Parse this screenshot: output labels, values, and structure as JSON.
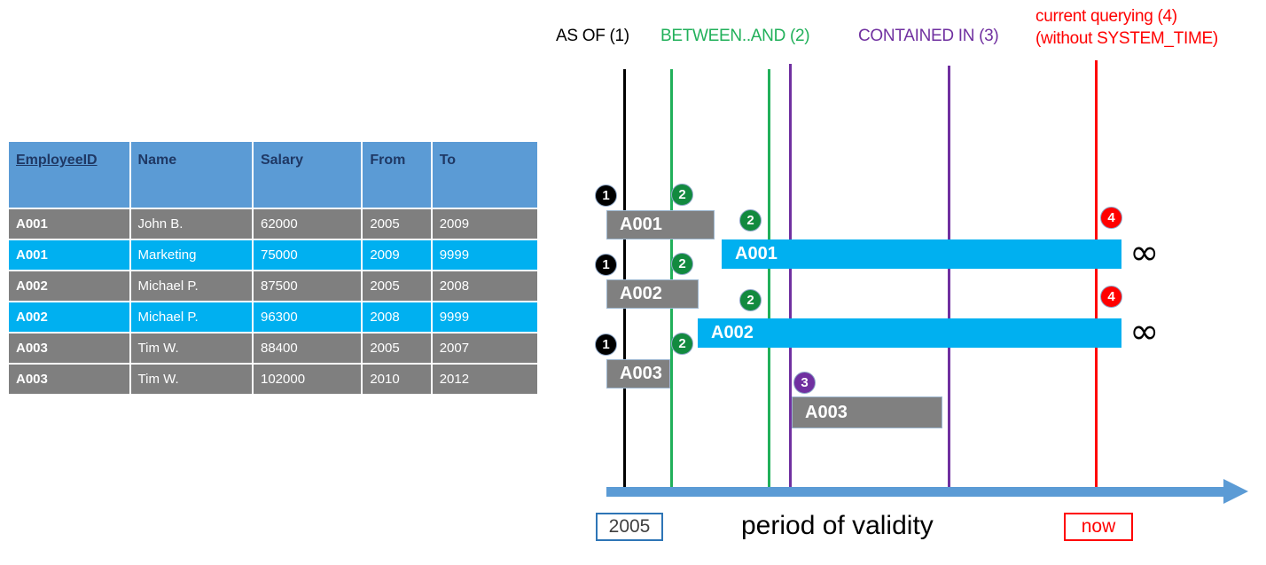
{
  "table": {
    "columns": [
      {
        "key": "employee_id",
        "label": "EmployeeID",
        "underlined": true
      },
      {
        "key": "name",
        "label": "Name",
        "underlined": false
      },
      {
        "key": "salary",
        "label": "Salary",
        "underlined": false
      },
      {
        "key": "from",
        "label": "From",
        "underlined": false
      },
      {
        "key": "to",
        "label": "To",
        "underlined": false
      }
    ],
    "rows": [
      {
        "employee_id": "A001",
        "name": "John  B.",
        "salary": "62000",
        "from": "2005",
        "to": "2009",
        "style": "gray"
      },
      {
        "employee_id": "A001",
        "name": "Marketing",
        "salary": "75000",
        "from": "2009",
        "to": "9999",
        "style": "cyan"
      },
      {
        "employee_id": "A002",
        "name": "Michael P.",
        "salary": "87500",
        "from": "2005",
        "to": "2008",
        "style": "gray"
      },
      {
        "employee_id": "A002",
        "name": "Michael P.",
        "salary": "96300",
        "from": "2008",
        "to": "9999",
        "style": "cyan"
      },
      {
        "employee_id": "A003",
        "name": "Tim W.",
        "salary": "88400",
        "from": "2005",
        "to": "2007",
        "style": "gray"
      },
      {
        "employee_id": "A003",
        "name": "Tim W.",
        "salary": "102000",
        "from": "2010",
        "to": "2012",
        "style": "gray"
      }
    ],
    "colors": {
      "header_bg": "#5B9BD5",
      "header_text": "#1F3864",
      "gray_row": "#7F7F7F",
      "cyan_row": "#00B0F0"
    }
  },
  "diagram": {
    "headers": [
      {
        "id": "as_of",
        "text": "AS OF (1)",
        "color": "#000000"
      },
      {
        "id": "between_and",
        "text": "BETWEEN..AND (2)",
        "color": "#21B05A"
      },
      {
        "id": "contained_in",
        "text": "CONTAINED IN (3)",
        "color": "#7030A0"
      },
      {
        "id": "current_line1",
        "text": "current querying (4)",
        "color": "#FF0000"
      },
      {
        "id": "current_line2",
        "text": "(without SYSTEM_TIME)",
        "color": "#FF0000"
      }
    ],
    "bars": [
      {
        "id": "a001_historic",
        "label": "A001",
        "style": "gray"
      },
      {
        "id": "a001_current",
        "label": "A001",
        "style": "cyan"
      },
      {
        "id": "a002_historic",
        "label": "A002",
        "style": "gray"
      },
      {
        "id": "a002_current",
        "label": "A002",
        "style": "cyan"
      },
      {
        "id": "a003_historic",
        "label": "A003",
        "style": "gray"
      },
      {
        "id": "a003_later",
        "label": "A003",
        "style": "gray"
      }
    ],
    "badges": [
      {
        "id": "b1a",
        "text": "1",
        "color": "#000000"
      },
      {
        "id": "b1b",
        "text": "1",
        "color": "#000000"
      },
      {
        "id": "b1c",
        "text": "1",
        "color": "#000000"
      },
      {
        "id": "b2a",
        "text": "2",
        "color": "#128A3F"
      },
      {
        "id": "b2b",
        "text": "2",
        "color": "#128A3F"
      },
      {
        "id": "b2c",
        "text": "2",
        "color": "#128A3F"
      },
      {
        "id": "b2d",
        "text": "2",
        "color": "#128A3F"
      },
      {
        "id": "b2e",
        "text": "2",
        "color": "#128A3F"
      },
      {
        "id": "b3a",
        "text": "3",
        "color": "#7030A0"
      },
      {
        "id": "b4a",
        "text": "4",
        "color": "#FF0000"
      },
      {
        "id": "b4b",
        "text": "4",
        "color": "#FF0000"
      }
    ],
    "infinity_symbol": "∞",
    "axis": {
      "start_label": "2005",
      "center_label": "period of validity",
      "end_label": "now",
      "line_color": "#5B9BD5"
    },
    "vertical_lines": [
      {
        "id": "as_of_line",
        "color": "#000000"
      },
      {
        "id": "between_start_line",
        "color": "#21B05A"
      },
      {
        "id": "between_end_line",
        "color": "#21B05A"
      },
      {
        "id": "contained_start_line",
        "color": "#7030A0"
      },
      {
        "id": "contained_end_line",
        "color": "#7030A0"
      },
      {
        "id": "now_line",
        "color": "#FF0000"
      }
    ]
  }
}
